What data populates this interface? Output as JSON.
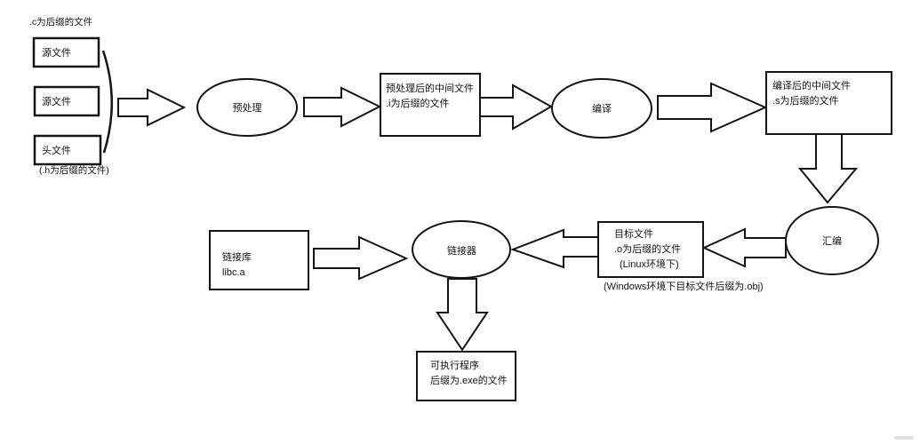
{
  "colors": {
    "stroke": "#141414",
    "background": "#ffffff",
    "text": "#141414"
  },
  "labels": {
    "c_suffix": ".c为后缀的文件",
    "h_suffix": "(.h为后缀的文件)",
    "windows_note": "(Windows环境下目标文件后缀为.obj)"
  },
  "boxes": {
    "source1": "源文件",
    "source2": "源文件",
    "header_file": "头文件",
    "preprocessed": {
      "line1": "预处理后的中间文件",
      "line2": ".i为后缀的文件"
    },
    "compiled": {
      "line1": "编译后的中间文件",
      "line2": ".s为后缀的文件"
    },
    "object": {
      "line1": "目标文件",
      "line2": ".o为后缀的文件",
      "line3": "(Linux环境下)"
    },
    "library": {
      "line1": "链接库",
      "line2": "libc.a"
    },
    "executable": {
      "line1": "可执行程序",
      "line2": "后缀为.exe的文件"
    }
  },
  "processes": {
    "preprocess": "预处理",
    "compile": "编译",
    "assemble": "汇编",
    "link": "链接器"
  }
}
